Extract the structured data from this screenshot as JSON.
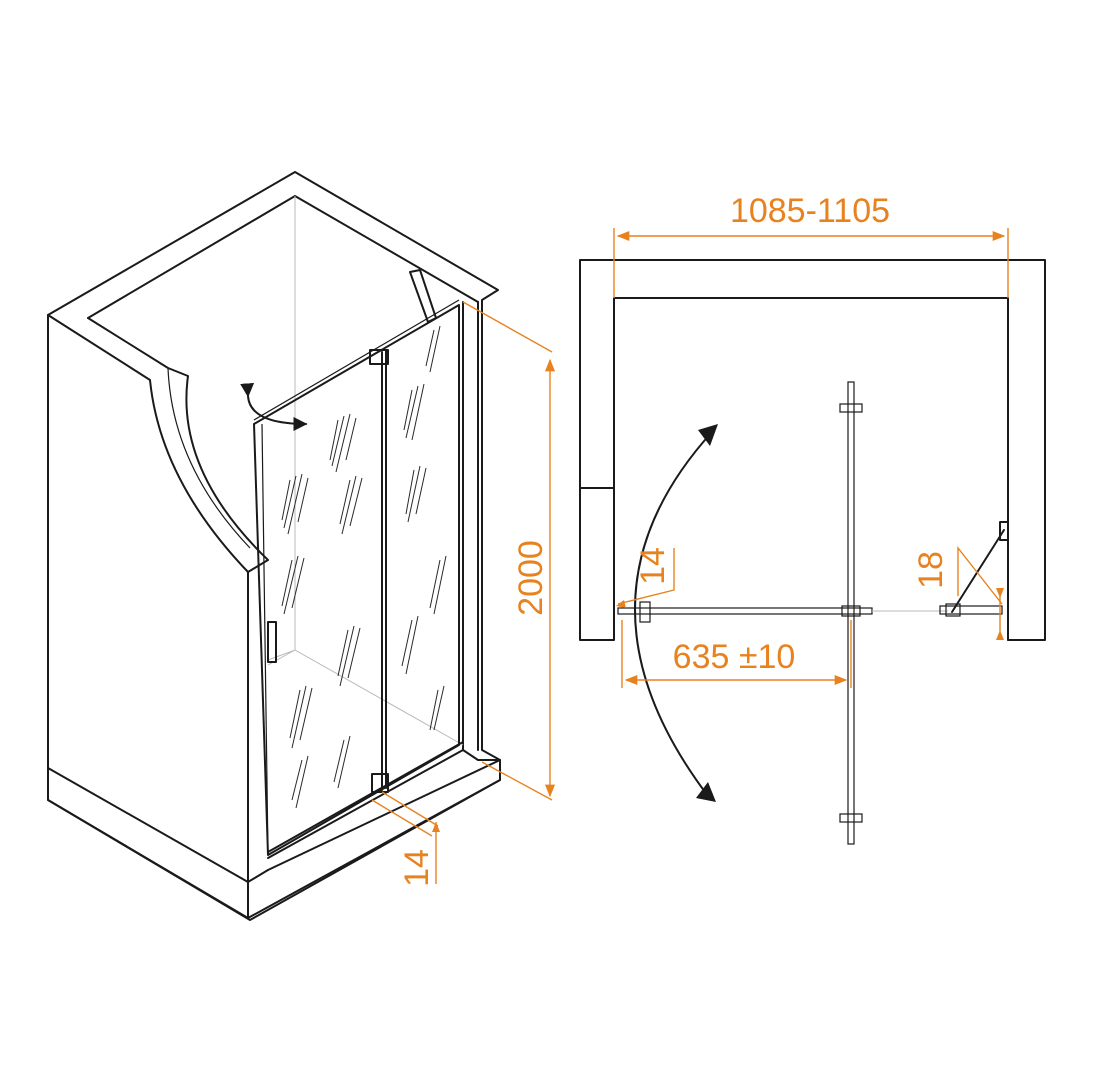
{
  "colors": {
    "line": "#1a1a1a",
    "dimension": "#e8821e",
    "background": "#ffffff"
  },
  "dimensions": {
    "width_range": "1085-1105",
    "height": "2000",
    "door_width": "635 ±10",
    "glass_thickness_plan": "14",
    "glass_thickness_iso": "14",
    "profile_thickness": "18"
  },
  "icons": {
    "iso_swing": "curved-swing-arrow-icon",
    "plan_swing_open": "arrowhead-icon",
    "plan_swing_close": "arrowhead-icon"
  }
}
